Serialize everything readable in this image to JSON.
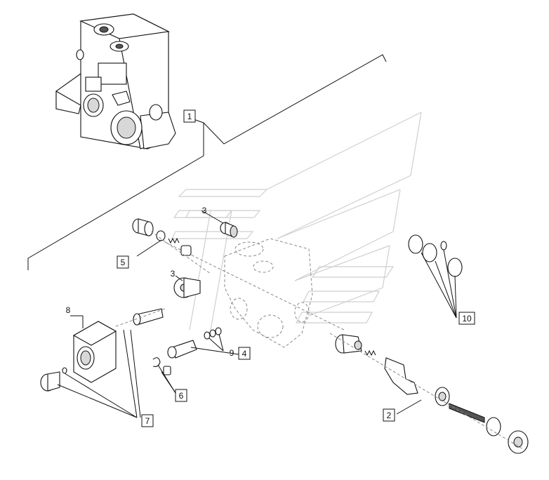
{
  "callouts": {
    "c1": "1",
    "c2": "2",
    "c3a": "3",
    "c3b": "3",
    "c4": "4",
    "c5": "5",
    "c6": "6",
    "c7": "7",
    "c8": "8",
    "c9": "9",
    "c10": "10"
  },
  "boxed_callouts": [
    "1",
    "2",
    "4",
    "5",
    "6",
    "7",
    "10"
  ]
}
